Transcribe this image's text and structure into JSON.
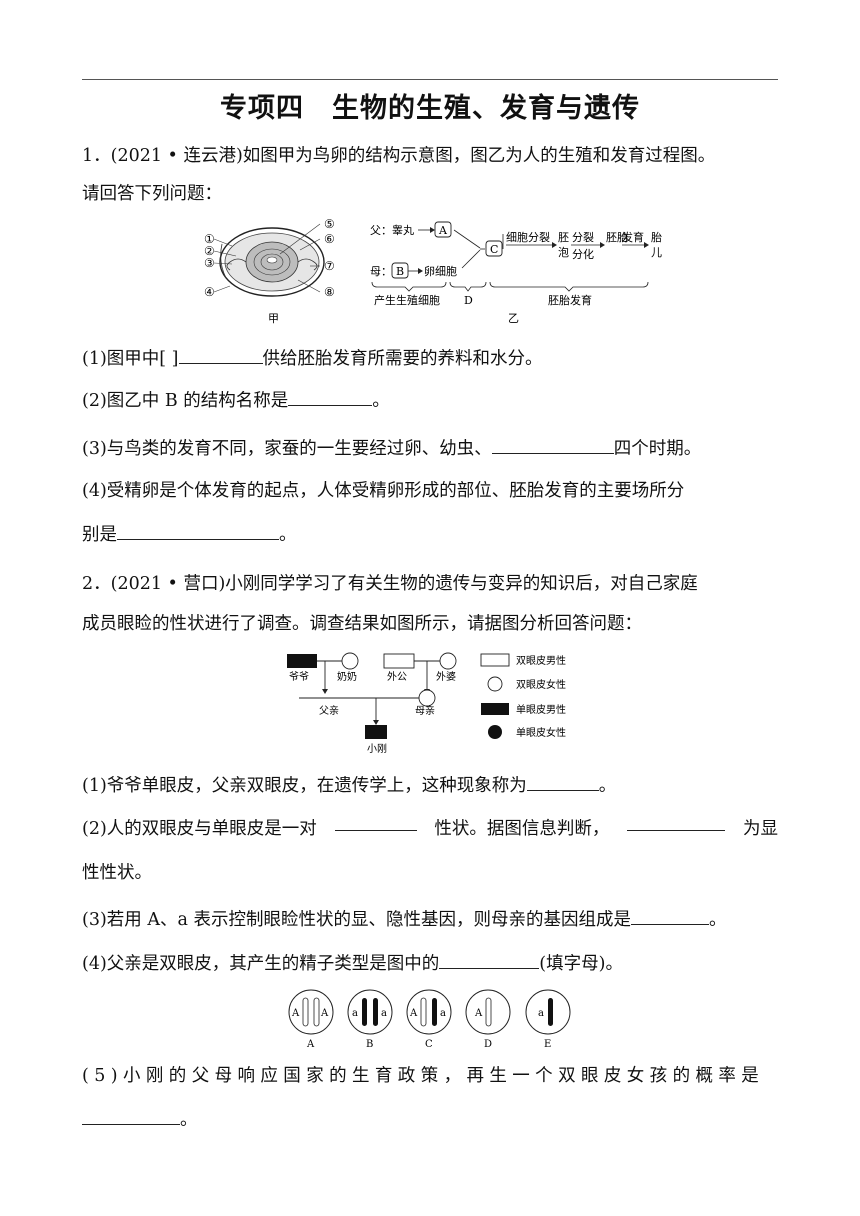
{
  "title": "专项四　生物的生殖、发育与遗传",
  "q1": {
    "stem_1": "1．(2021 • 连云港)如图甲为鸟卵的结构示意图，图乙为人的生殖和发育过程图。",
    "stem_2": "请回答下列问题：",
    "fig_jia": {
      "labels": [
        "①",
        "②",
        "③",
        "④",
        "⑤",
        "⑥",
        "⑦",
        "⑧"
      ],
      "caption": "甲"
    },
    "fig_yi": {
      "father": "父：睾丸",
      "mother": "母：",
      "box_a": "A",
      "box_b": "B",
      "box_c": "C",
      "egg": "卵细胞",
      "division": "细胞分裂",
      "blastocyst_1": "胚",
      "blastocyst_2": "泡",
      "diff_1": "分裂",
      "diff_2": "分化",
      "embryo": "胚胎",
      "develop": "发育",
      "fetus_1": "胎",
      "fetus_2": "儿",
      "brace_1": "产生生殖细胞",
      "brace_2": "D",
      "brace_3": "胚胎发育",
      "caption": "乙"
    },
    "sub1_a": "(1)图甲中[ ]",
    "sub1_b": "供给胚胎发育所需要的养料和水分。",
    "sub2_a": "(2)图乙中 B 的结构名称是",
    "sub2_b": "。",
    "sub3_a": "(3)与鸟类的发育不同，家蚕的一生要经过卵、幼虫、",
    "sub3_b": "四个时期。",
    "sub4_line1": "(4)受精卵是个体发育的起点，人体受精卵形成的部位、胚胎发育的主要场所分",
    "sub4_a": "别是",
    "sub4_b": "。"
  },
  "q2": {
    "stem_1": "2．(2021 • 营口)小刚同学学习了有关生物的遗传与变异的知识后，对自己家庭",
    "stem_2": "成员眼睑的性状进行了调查。调查结果如图所示，请据图分析回答问题：",
    "pedigree": {
      "grandpa": "爷爷",
      "grandma": "奶奶",
      "maternal_grandpa": "外公",
      "maternal_grandma": "外婆",
      "father": "父亲",
      "mother": "母亲",
      "son": "小刚",
      "legend": [
        "双眼皮男性",
        "双眼皮女性",
        "单眼皮男性",
        "单眼皮女性"
      ]
    },
    "sub1_a": "(1)爷爷单眼皮，父亲双眼皮，在遗传学上，这种现象称为",
    "sub1_b": "。",
    "sub2_a": "(2)人的双眼皮与单眼皮是一对",
    "sub2_b": "性状。据图信息判断，",
    "sub2_c": "为显",
    "sub2_line2": "性性状。",
    "sub3_a": "(3)若用 A、a 表示控制眼睑性状的显、隐性基因，则母亲的基因组成是",
    "sub3_b": "。",
    "sub4_a": "(4)父亲是双眼皮，其产生的精子类型是图中的",
    "sub4_b": "(填字母)。",
    "cells": [
      {
        "label": "A",
        "genes": [
          "A",
          "A"
        ]
      },
      {
        "label": "B",
        "genes": [
          "a",
          "a"
        ]
      },
      {
        "label": "C",
        "genes": [
          "A",
          "a"
        ]
      },
      {
        "label": "D",
        "genes": [
          "A"
        ]
      },
      {
        "label": "E",
        "genes": [
          "a"
        ]
      }
    ],
    "sub5_line1": "(5)小刚的父母响应国家的生育政策，再生一个双眼皮女孩的概率是",
    "sub5_b": "。"
  }
}
